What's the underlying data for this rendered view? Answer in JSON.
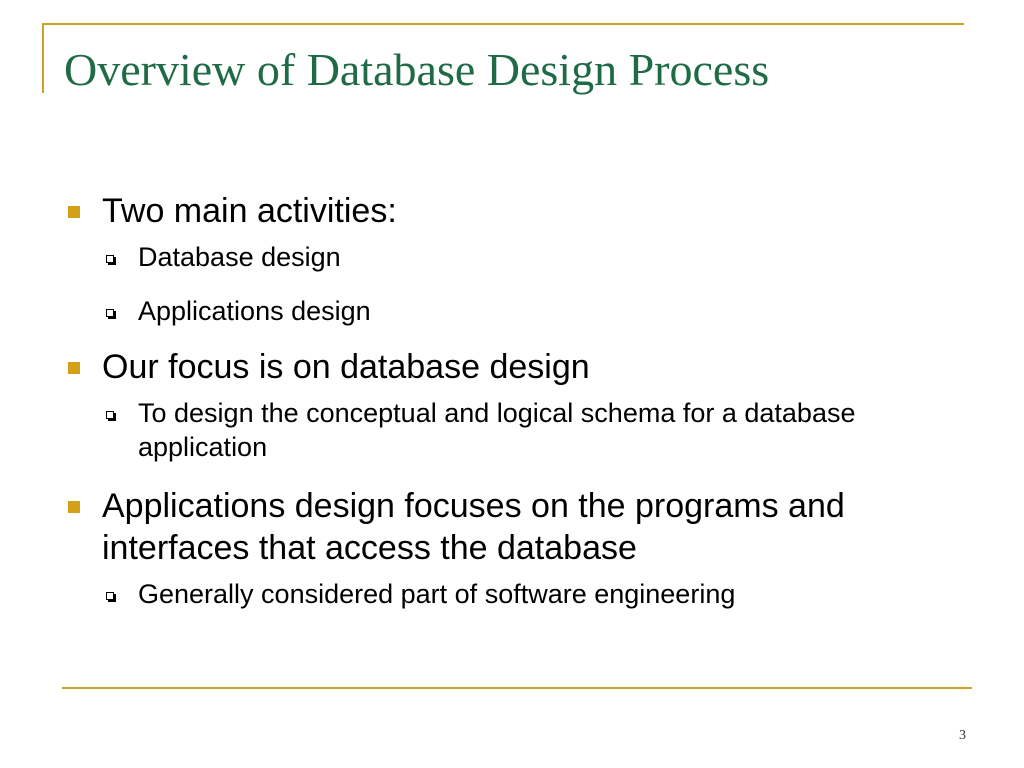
{
  "slide": {
    "title": "Overview of Database Design Process",
    "page_number": "3",
    "accent_color": "#c9a227",
    "title_color": "#1f6b45",
    "bullets": [
      {
        "text": "Two main activities:",
        "subbullets": [
          "Database design",
          "Applications design"
        ]
      },
      {
        "text": "Our focus is on database design",
        "subbullets": [
          "To design the conceptual and logical schema for a database application"
        ]
      },
      {
        "text": "Applications design focuses on the programs and interfaces that access the database",
        "subbullets": [
          "Generally considered part of software engineering"
        ]
      }
    ]
  }
}
